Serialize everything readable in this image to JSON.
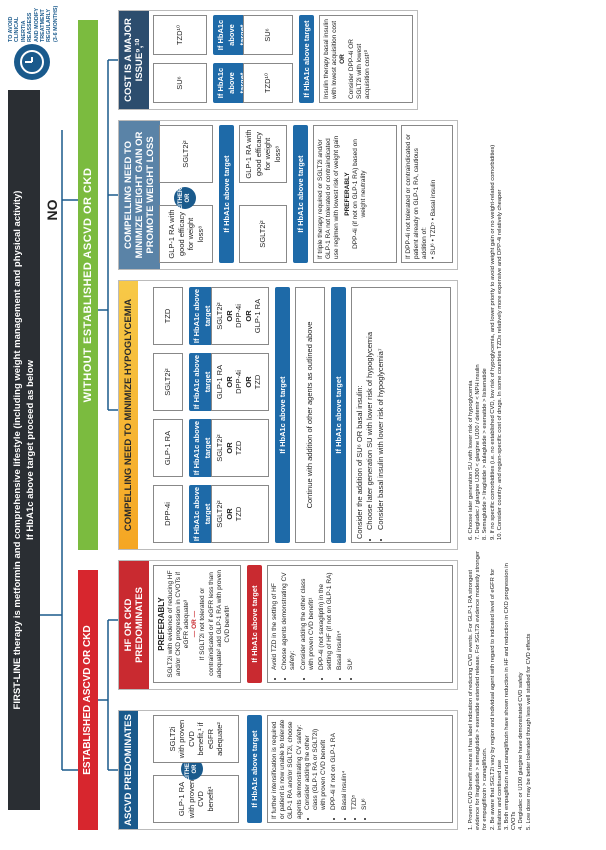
{
  "top_bar": {
    "line1": "FIRST-LINE therapy is metformin and comprehensive lifestyle (including weight management and physical activity)",
    "line2": "If HbA1c above target proceed as below"
  },
  "no_label": "NO",
  "badge": {
    "text": "TO AVOID CLINICAL INERTIA REASSESS AND MODIFY TREATMENT REGULARLY (3-6 MONTHS)",
    "icon": "clock-icon"
  },
  "bands": {
    "established": "ESTABLISHED ASCVD OR CKD",
    "without": "WITHOUT ESTABLISHED ASCVD OR CKD"
  },
  "ascvd": {
    "title": "ASCVD PREDOMINATES",
    "either_top": "EITHER/",
    "either_bottom": "OR",
    "option_a": "GLP-1 RA with proven CVD benefit¹",
    "option_b": "SGLT2i with proven CVD benefit,¹ if eGFR adequate²",
    "pill": "If HbA1c above target",
    "followup_intro": "If further intensification is required or patient is now unable to tolerate GLP-1 RA and/or SGLT2i, choose agents demonstrating CV safety:",
    "followup_items": [
      "Consider adding the other class (GLP-1 RA or SGLT2i) with proven CVD benefit",
      "DPP-4i if not on GLP-1 RA",
      "Basal insulin⁴",
      "TZD⁵",
      "SU⁶"
    ]
  },
  "hf": {
    "title": "HF OR CKD PREDOMINATES",
    "preferably": "PREFERABLY",
    "preferred_text": "SGLT2i with evidence of reducing HF and/or CKD progression in CVOTs if eGFR adequate³",
    "or": "— OR —",
    "alt_text": "If SGLT2i not tolerated or contraindicated or if eGFR less than adequate² add GLP-1 RA with proven CVD benefit¹",
    "pill": "If HbA1c above target",
    "followup_items": [
      "Avoid TZD in the setting of HF",
      "Choose agents demonstrating CV safety:",
      "Consider adding the other class with proven CVD benefit¹",
      "DPP-4i (not saxagliptin) in the setting of HF (if not on GLP-1 RA)",
      "Basal insulin⁴",
      "SU⁶"
    ]
  },
  "hypo": {
    "title": "COMPELLING NEED TO MINIMIZE HYPOGLYCEMIA",
    "tier1": [
      "DPP-4i",
      "GLP-1 RA",
      "SGLT2i²",
      "TZD"
    ],
    "pill": "If HbA1c above target",
    "tier2": [
      [
        "SGLT2i²",
        "OR",
        "TZD"
      ],
      [
        "SGLT2i²",
        "OR",
        "TZD"
      ],
      [
        "GLP-1 RA",
        "OR",
        "DPP-4i",
        "OR",
        "TZD"
      ],
      [
        "SGLT2i²",
        "OR",
        "DPP-4i",
        "OR",
        "GLP-1 RA"
      ]
    ],
    "tier3_text": "Continue with addition of other agents as outlined above",
    "tier4_items": [
      "Consider the addition of SU⁶ OR basal insulin:",
      "Choose later generation SU with lower risk of hypoglycemia",
      "Consider basal insulin with lower risk of hypoglycemia⁷"
    ]
  },
  "weight": {
    "title": "COMPELLING NEED TO MINIMIZE WEIGHT GAIN OR PROMOTE WEIGHT LOSS",
    "either_top": "EITHER/",
    "either_bottom": "OR",
    "option_a": "GLP-1 RA with good efficacy for weight loss⁸",
    "option_b": "SGLT2i²",
    "pill": "If HbA1c above target",
    "tier2_a": "SGLT2i²",
    "tier2_b": "GLP-1 RA with good efficacy for weight loss⁸",
    "triple_text": "If triple therapy required or SGLT2i and/or GLP-1 RA not tolerated or contraindicated use regimen with lowest risk of weight gain",
    "preferably": "PREFERABLY",
    "preferred_text": "DPP-4i (if not on GLP-1 RA) based on weight neutrality",
    "dpp_text": "If DPP-4i not tolerated or contraindicated or patient already on GLP-1 RA, cautious addition of:",
    "dpp_items": [
      "SU⁶",
      "TZD⁵",
      "Basal insulin"
    ]
  },
  "cost": {
    "title": "COST IS A MAJOR ISSUE⁹,¹⁰",
    "tier1_a": "SU⁶",
    "tier1_b": "TZD¹⁰",
    "pill": "If HbA1c above target",
    "tier2_a": "TZD¹⁰",
    "tier2_b": "SU⁶",
    "pill2": "If HbA1c above target",
    "tier3_items": [
      "Insulin therapy basal insulin with lowest acquisition cost",
      "OR",
      "Consider DPP-4i OR SGLT2i with lowest acquisition cost¹⁰"
    ]
  },
  "footnotes_left": [
    "1. Proven CVD benefit means it has label indication of reducing CVD events. For GLP-1 RA strongest evidence for liraglutide > semaglutide > exenatide extended release. For SGLT2i evidence modestly stronger for empagliflozin > canagliflozin.",
    "2. Be aware that SGLT2i vary by region and individual agent with regard to indicated level of eGFR for initiation and continued use",
    "3. Both empagliflozin and canagliflozin have shown reduction in HF and reduction in CKD progression in CVOTs",
    "4. Degludec or U100 glargine have demonstrated CVD safety",
    "5. Low dose may be better tolerated though less well studied for CVD effects"
  ],
  "footnotes_right": [
    "6. Choose later generation SU with lower risk of hypoglycemia",
    "7. Degludec / glargine U300 < glargine U100 / detemir < NPH insulin",
    "8. Semaglutide > liraglutide > dulaglutide > exenatide > lixisenatide",
    "9. If no specific comorbidities (i.e. no established CVD, low risk of hypoglycemia, and lower priority to avoid weight gain or no weight-related comorbidities)",
    "10. Consider country- and region-specific cost of drugs. In some countries TZDs relatively more expensive and DPP-4i relatively cheaper"
  ],
  "colors": {
    "red": "#d7262e",
    "green": "#7bbb3f",
    "blue": "#1a5a8c",
    "orange": "#f5a623",
    "steel": "#5a83a7",
    "navy": "#2c4d6e"
  }
}
